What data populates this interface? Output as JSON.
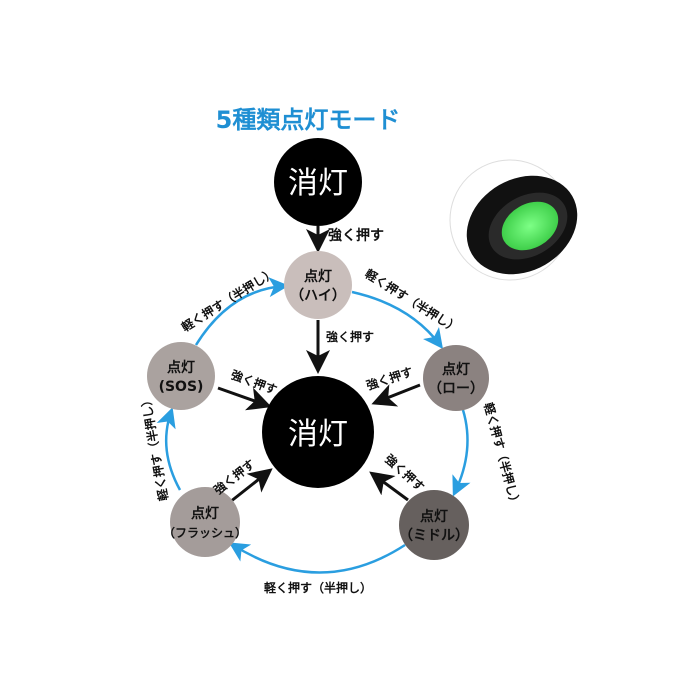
{
  "title": "5種類点灯モード",
  "colors": {
    "title": "#1f8fd3",
    "arc": "#2a9ee0",
    "arrow": "#111111",
    "off": "#000000",
    "high": "#c9bebb",
    "sos": "#aaa29f",
    "low": "#8b8280",
    "flash": "#a49c9a",
    "middle": "#66605e",
    "button_green": "#5fe86a"
  },
  "nodes": {
    "off_top": {
      "label": "消灯"
    },
    "off_center": {
      "label": "消灯"
    },
    "high": {
      "line1": "点灯",
      "line2": "（ハイ）"
    },
    "sos": {
      "line1": "点灯",
      "line2": "(SOS)"
    },
    "low": {
      "line1": "点灯",
      "line2": "（ロー）"
    },
    "flash": {
      "line1": "点灯",
      "line2": "（フラッシュ）"
    },
    "middle": {
      "line1": "点灯",
      "line2": "（ミドル）"
    }
  },
  "edges": {
    "strong": "強く押す",
    "light": "軽く押す（半押し）"
  },
  "photo_icon": "flashlight-tail-button"
}
